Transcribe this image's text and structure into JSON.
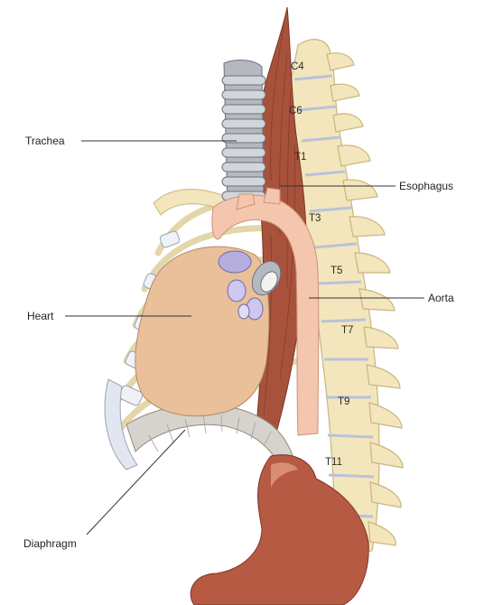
{
  "labels": {
    "trachea": "Trachea",
    "esophagus": "Esophagus",
    "heart": "Heart",
    "aorta": "Aorta",
    "diaphragm": "Diaphragm"
  },
  "vertebrae": {
    "c4": "C4",
    "c6": "C6",
    "t1": "T1",
    "t3": "T3",
    "t5": "T5",
    "t7": "T7",
    "t9": "T9",
    "t11": "T11"
  },
  "colors": {
    "spine": "#f3e6bd",
    "spine_outline": "#c9b57d",
    "muscle": "#a8523c",
    "heart": "#e9c09a",
    "aorta": "#f4c6ad",
    "trachea": "#b4b8c0",
    "stomach": "#b65a44",
    "diaphragm": "#d6d2cc",
    "vessels": "#b7aee0"
  }
}
